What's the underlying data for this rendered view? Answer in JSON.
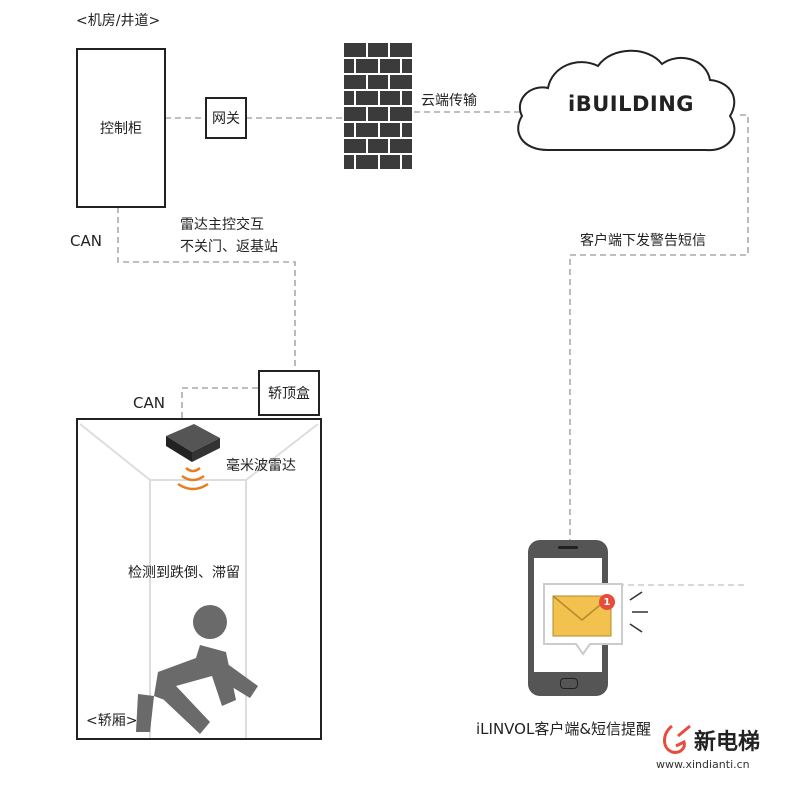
{
  "machine_room_label": "<机房/井道>",
  "control_cabinet_label": "控制柜",
  "gateway_label": "网关",
  "cloud_transfer_label": "云端传输",
  "cloud_label": "iBUILDING",
  "can_top_label": "CAN",
  "radar_control_text": [
    "雷达主控交互",
    "不关门、返基站"
  ],
  "client_alert_label": "客户端下发警告短信",
  "can_car_label": "CAN",
  "car_top_box_label": "轿顶盒",
  "radar_label": "毫米波雷达",
  "detect_label": "检测到跌倒、滞留",
  "car_label": "<轿厢>",
  "phone_caption": "iLINVOL客户端&短信提醒",
  "notification_badge": "1",
  "watermark_brand": "新电梯",
  "watermark_url": "www.xindianti.cn",
  "colors": {
    "radar_wave": "#e67e22",
    "envelope": "#f2c14e",
    "badge": "#e74c3c",
    "dashed": "#aaaaaa",
    "dark": "#333333"
  }
}
